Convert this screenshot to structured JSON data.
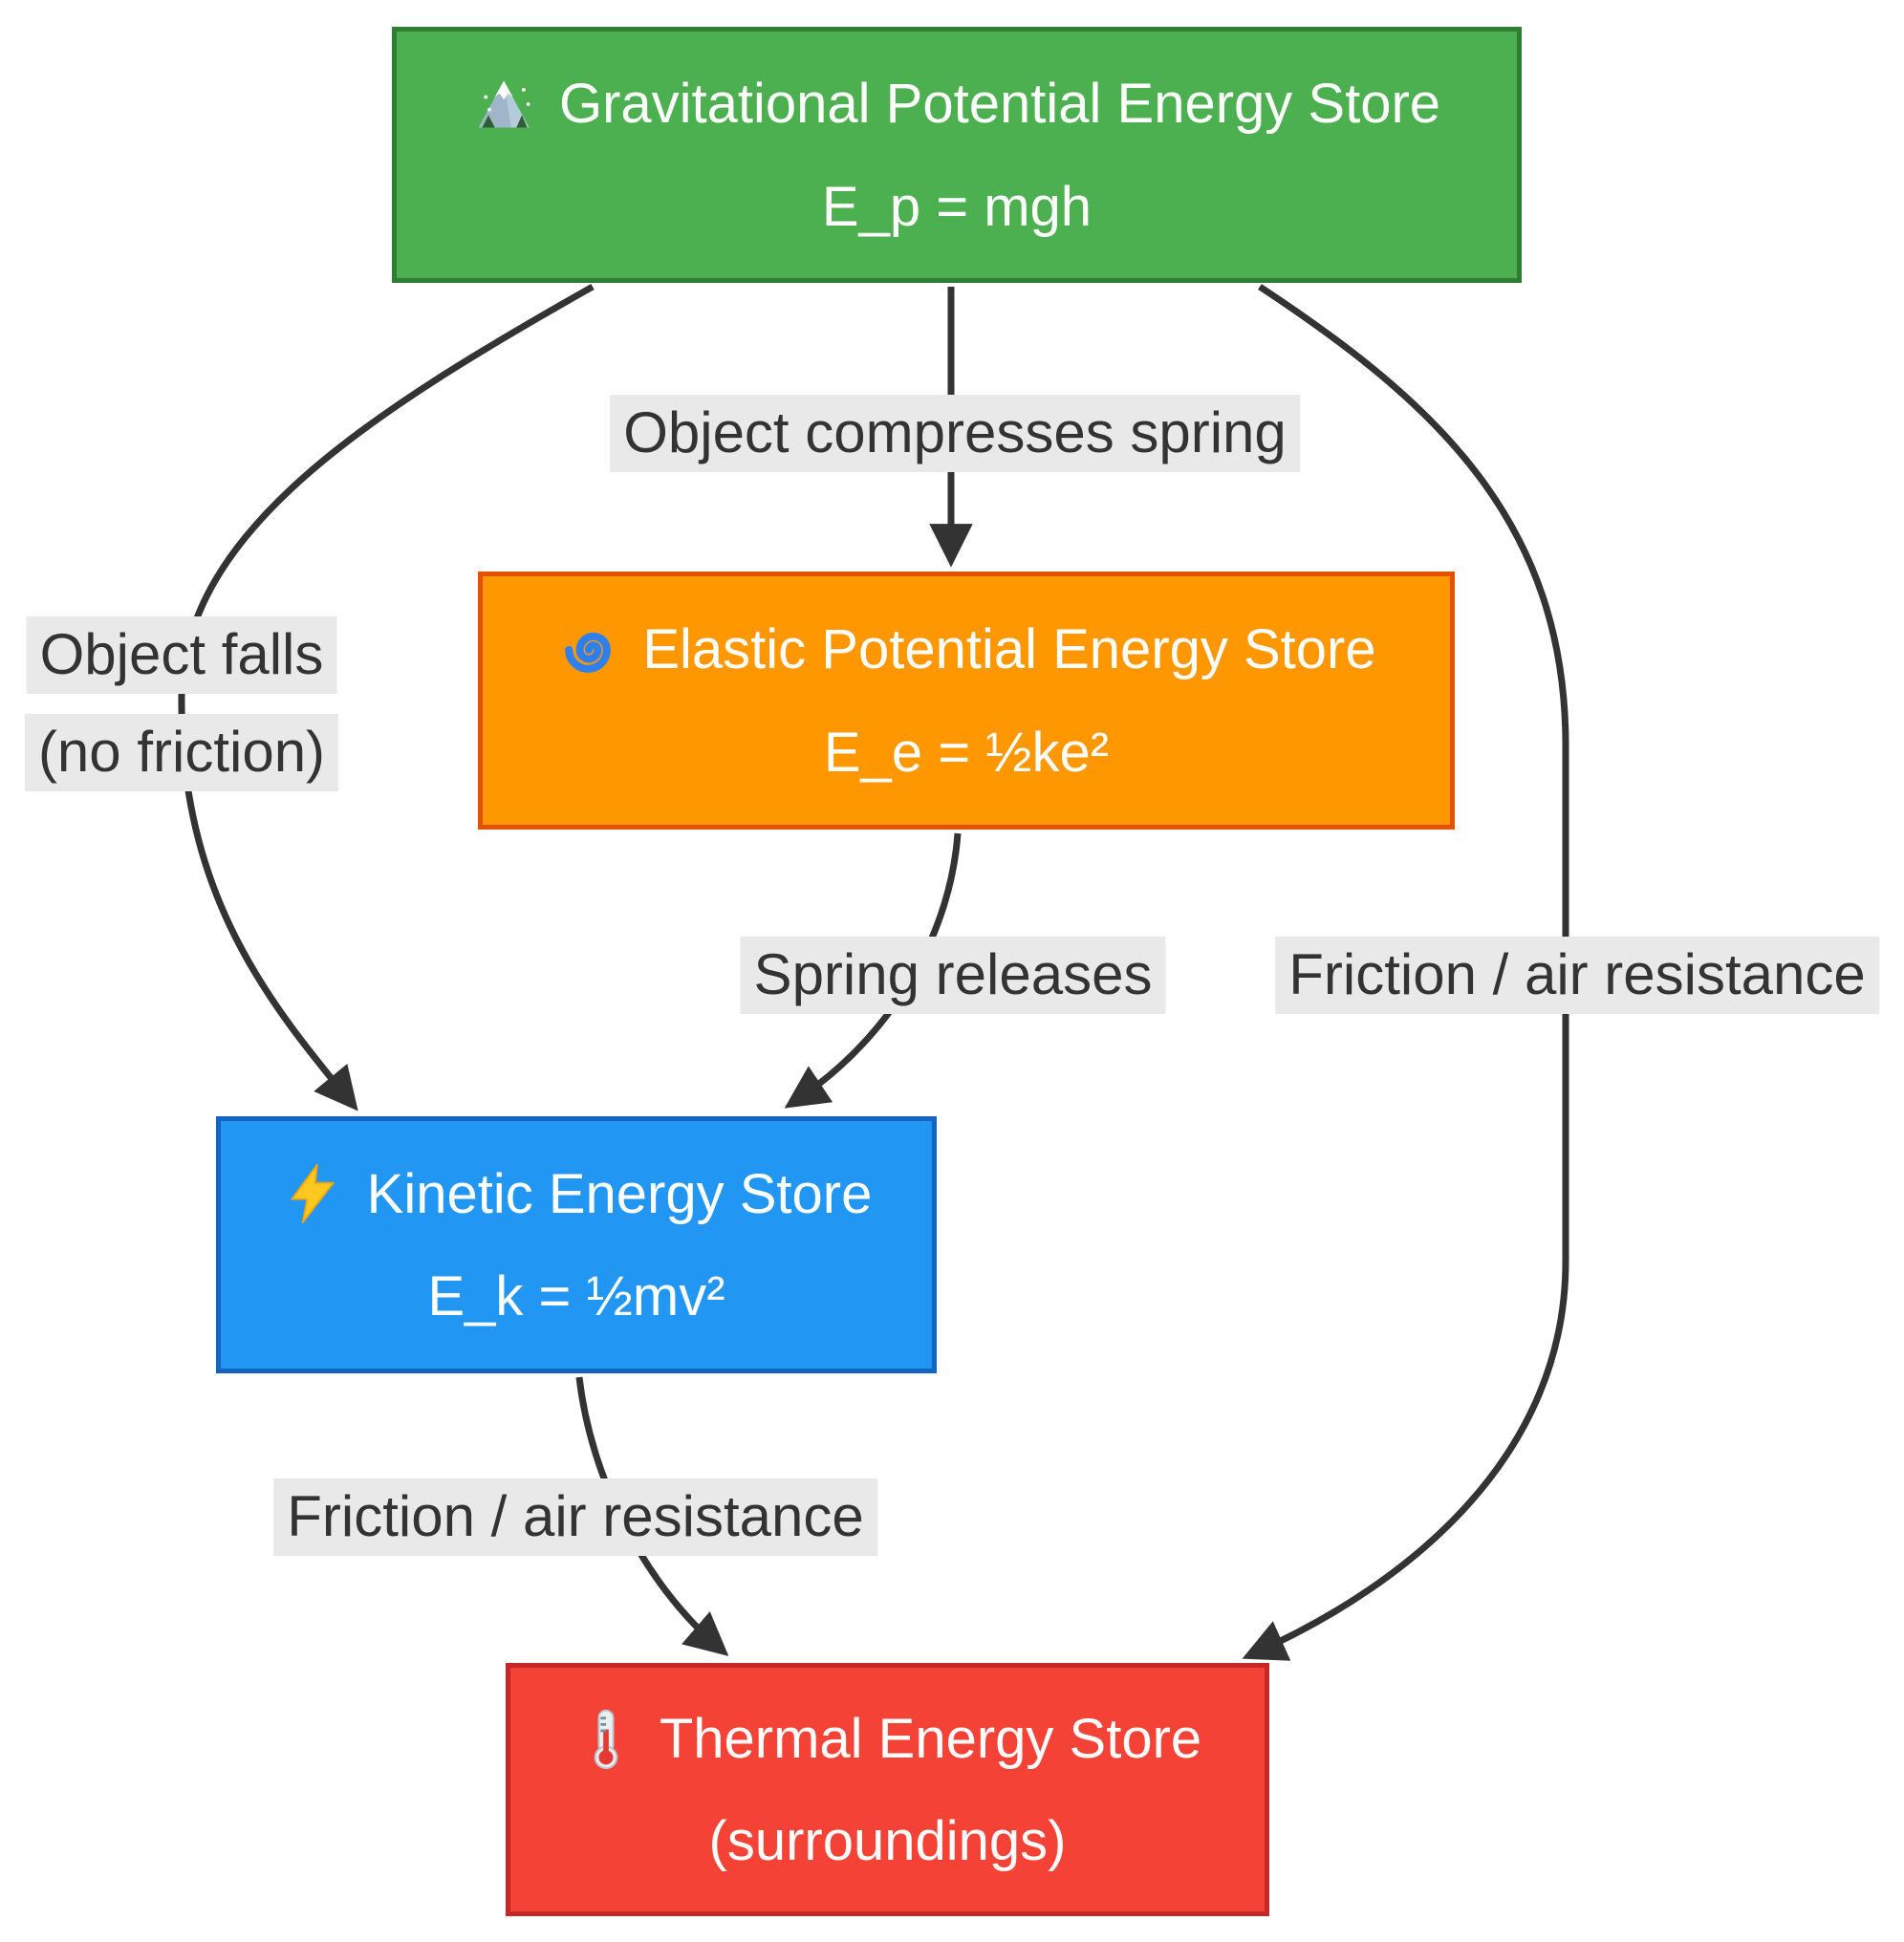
{
  "diagram": {
    "background_color": "#ffffff",
    "edge_color": "#333333",
    "edge_label_bg_color": "#e9e9e9",
    "edge_label_text_color": "#333333",
    "nodes": [
      {
        "id": "gravitational",
        "icon": "mountain-icon",
        "title": "Gravitational Potential Energy Store",
        "formula": "E_p = mgh",
        "fill": "#4caf50",
        "border": "#2f7d33",
        "text_color": "#ffffff"
      },
      {
        "id": "elastic",
        "icon": "cyclone-icon",
        "title": "Elastic Potential Energy Store",
        "formula": "E_e = ½ke²",
        "fill": "#ff9800",
        "border": "#e65100",
        "text_color": "#ffffff"
      },
      {
        "id": "kinetic",
        "icon": "lightning-icon",
        "title": "Kinetic Energy Store",
        "formula": "E_k = ½mv²",
        "fill": "#2196f3",
        "border": "#1565c0",
        "text_color": "#ffffff"
      },
      {
        "id": "thermal",
        "icon": "thermometer-icon",
        "title": "Thermal Energy Store",
        "formula": "(surroundings)",
        "fill": "#f44336",
        "border": "#c62828",
        "text_color": "#ffffff"
      }
    ],
    "edges": [
      {
        "id": "gravitational-to-elastic",
        "from": "gravitational",
        "to": "elastic",
        "label": "Object compresses spring"
      },
      {
        "id": "gravitational-to-kinetic",
        "from": "gravitational",
        "to": "kinetic",
        "label": "Object falls",
        "label_line2": "(no friction)"
      },
      {
        "id": "elastic-to-kinetic",
        "from": "elastic",
        "to": "kinetic",
        "label": "Spring releases"
      },
      {
        "id": "gravitational-to-thermal",
        "from": "gravitational",
        "to": "thermal",
        "label": "Friction / air resistance"
      },
      {
        "id": "kinetic-to-thermal",
        "from": "kinetic",
        "to": "thermal",
        "label": "Friction / air resistance"
      }
    ]
  }
}
